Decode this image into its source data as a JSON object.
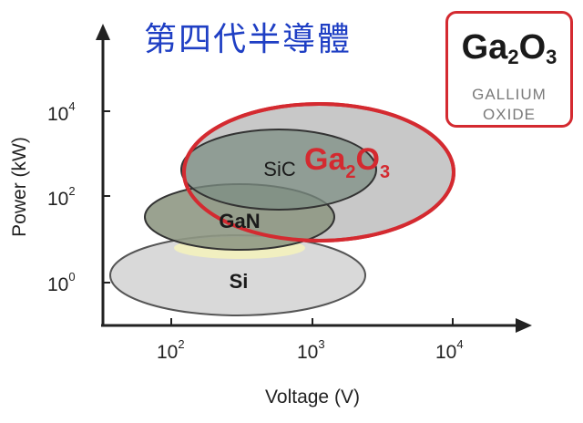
{
  "header": {
    "title": "第四代半導體"
  },
  "badge": {
    "formula": {
      "symbol_ga": "Ga",
      "sub_ga": "2",
      "symbol_o": "O",
      "sub_o": "3"
    },
    "name_line1": "GALLIUM",
    "name_line2": "OXIDE"
  },
  "axes": {
    "y_label": "Power (kW)",
    "x_label": "Voltage (V)",
    "y_ticks": [
      {
        "base": "10",
        "exp": "4"
      },
      {
        "base": "10",
        "exp": "2"
      },
      {
        "base": "10",
        "exp": "0"
      }
    ],
    "x_ticks": [
      {
        "base": "10",
        "exp": "2"
      },
      {
        "base": "10",
        "exp": "3"
      },
      {
        "base": "10",
        "exp": "4"
      }
    ]
  },
  "materials": [
    {
      "id": "si",
      "label": "Si",
      "fill": "#d9d9d9",
      "stroke": "#555555"
    },
    {
      "id": "gan",
      "label": "GaN",
      "fill": "#8f9884",
      "stroke": "#333333"
    },
    {
      "id": "sic",
      "label": "SiC",
      "fill": "#7d8f84",
      "stroke": "#333333"
    },
    {
      "id": "ga2o3",
      "label_main": "Ga",
      "label_sub1": "2",
      "label_o": "O",
      "label_sub2": "3",
      "fill": "#c8c8c8",
      "stroke": "#d42a30"
    }
  ],
  "colors": {
    "title": "#1f3fc4",
    "accent_red": "#d42a30",
    "overlap_yellow": "#f1efc0",
    "axis": "#222222"
  }
}
